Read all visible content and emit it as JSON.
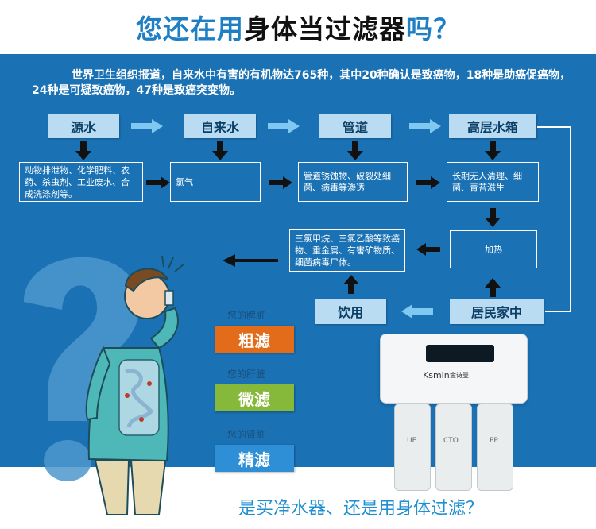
{
  "headline": {
    "part_a": "您还在用",
    "part_b": "身体当过滤器",
    "part_c": "吗？"
  },
  "intro": "世界卫生组织报道，自来水中有害的有机物达765种，其中20种确认是致癌物，18种是助癌促癌物，24种是可疑致癌物，47种是致癌突变物。",
  "stages": {
    "source": "源水",
    "tap": "自来水",
    "pipe": "管道",
    "tank": "高层水箱",
    "home": "居民家中",
    "drink": "饮用"
  },
  "boxes": {
    "source_pollution": "动物排泄物、化学肥料、农药、杀虫剂、工业废水、合成洗涤剂等。",
    "chlorine": "氯气",
    "pipe_issue": "管道锈蚀物、破裂处细菌、病毒等渗透",
    "tank_issue": "长期无人清理、细菌、青苔滋生",
    "heating": "加热",
    "byproducts": "三氯甲烷、三氯乙酸等致癌物、重金属、有害矿物质、细菌病毒尸体。"
  },
  "organs": [
    {
      "label": "您的脾脏",
      "tag": "粗滤"
    },
    {
      "label": "您的肝脏",
      "tag": "微滤"
    },
    {
      "label": "您的肾脏",
      "tag": "精滤"
    }
  ],
  "purifier": {
    "brand": "Ksmin",
    "brand_cn": "金诗曼",
    "filters": [
      "UF",
      "CTO",
      "PP"
    ]
  },
  "footer": "是买净水器、还是用身体过滤？",
  "colors": {
    "panel_blue": "#1a72b5",
    "stage_light": "#b9dcf3",
    "coarse_orange": "#e36c1a",
    "micro_green": "#86b83a",
    "fine_blue": "#2f8fd6",
    "footer_text": "#1e8fd1"
  }
}
